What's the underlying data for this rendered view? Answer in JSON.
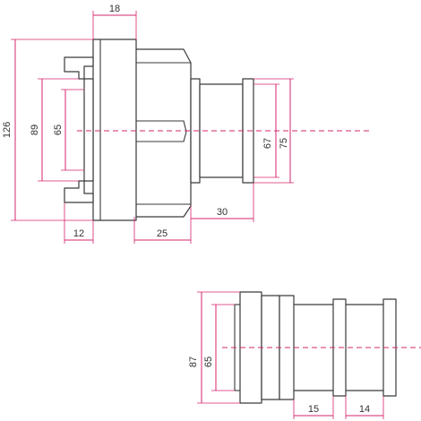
{
  "colors": {
    "dimension": "#d6246e",
    "outline": "#3a3a3a",
    "background": "#ffffff"
  },
  "top_view": {
    "dims": {
      "top_width": "18",
      "overall_height": "126",
      "lug_span": "89",
      "inner_bore": "65",
      "lug_offset": "12",
      "body_length": "25",
      "spigot_length": "30",
      "spigot_inner": "67",
      "spigot_outer": "75"
    }
  },
  "bottom_view": {
    "dims": {
      "outer_diameter": "87",
      "inner_diameter": "65",
      "segment_a": "15",
      "segment_b": "14"
    }
  }
}
